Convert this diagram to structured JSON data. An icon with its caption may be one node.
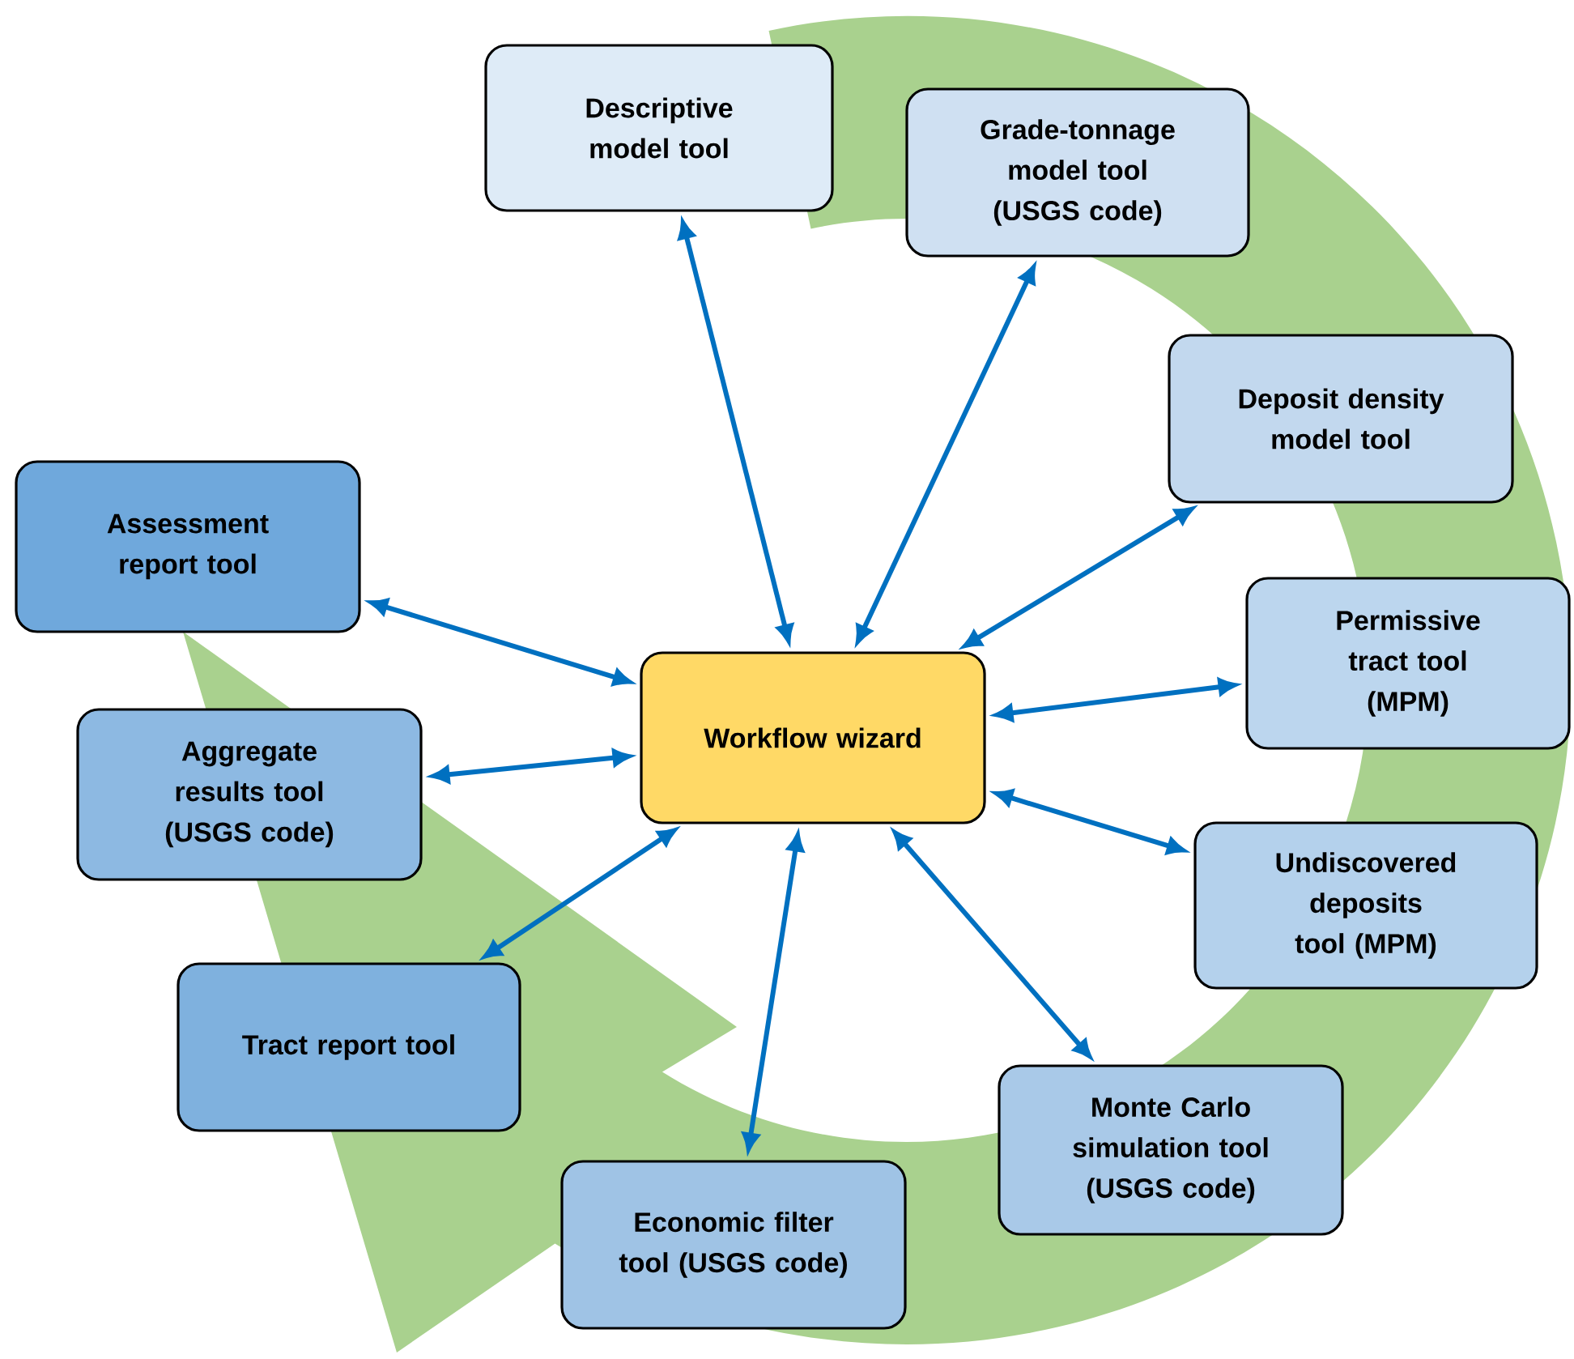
{
  "diagram": {
    "nodes": [
      {
        "text": [
          "Descriptive model tool"
        ]
      },
      {
        "text": [
          "Grade-tonnage model tool (USGS code)"
        ]
      },
      {
        "text": [
          "Deposit density model tool"
        ]
      },
      {
        "text": [
          "Assessment report tool"
        ]
      },
      {
        "text": [
          "Permissive tract tool (MPM)"
        ]
      },
      {
        "text": [
          "Workflow wizard"
        ]
      },
      {
        "text": [
          "Aggregate results tool (USGS code)"
        ]
      },
      {
        "text": [
          "Undiscovered deposits tool (MPM)"
        ]
      },
      {
        "text": [
          "Tract report tool"
        ]
      },
      {
        "text": [
          "Monte Carlo simulation tool (USGS code)"
        ]
      },
      {
        "text": [
          "Economic filter tool (USGS code)"
        ]
      }
    ],
    "edges": [
      {
        "from": 5,
        "to": 0,
        "arrow": "both"
      },
      {
        "from": 5,
        "to": 1,
        "arrow": "both"
      },
      {
        "from": 5,
        "to": 2,
        "arrow": "both"
      },
      {
        "from": 5,
        "to": 3,
        "arrow": "both"
      },
      {
        "from": 5,
        "to": 4,
        "arrow": "both"
      },
      {
        "from": 5,
        "to": 6,
        "arrow": "both"
      },
      {
        "from": 5,
        "to": 7,
        "arrow": "both"
      },
      {
        "from": 5,
        "to": 8,
        "arrow": "both"
      },
      {
        "from": 5,
        "to": 9,
        "arrow": "both"
      },
      {
        "from": 5,
        "to": 10,
        "arrow": "both"
      }
    ]
  }
}
